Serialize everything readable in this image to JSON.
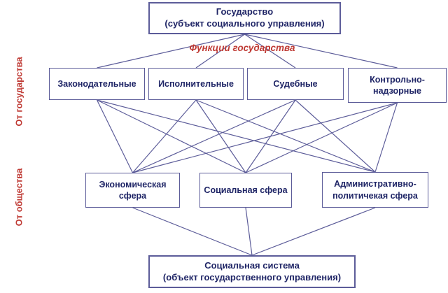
{
  "diagram": {
    "nodes": {
      "state": {
        "lines": [
          "Государство",
          "(субъект социального управления)"
        ]
      },
      "legislative": {
        "lines": [
          "Законодательные"
        ]
      },
      "executive": {
        "lines": [
          "Исполнительные"
        ]
      },
      "judicial": {
        "lines": [
          "Судебные"
        ]
      },
      "control": {
        "lines": [
          "Контрольно-надзорные"
        ]
      },
      "econ": {
        "lines": [
          "Экономическая сфера"
        ]
      },
      "social": {
        "lines": [
          "Социальная сфера"
        ]
      },
      "admin": {
        "lines": [
          "Административно-политичекая сфера"
        ]
      },
      "system": {
        "lines": [
          "Социальная система",
          "(объект государственного управления)"
        ]
      }
    },
    "edges": [
      [
        "state",
        "legislative"
      ],
      [
        "state",
        "executive"
      ],
      [
        "state",
        "judicial"
      ],
      [
        "state",
        "control"
      ],
      [
        "legislative",
        "econ"
      ],
      [
        "legislative",
        "social"
      ],
      [
        "legislative",
        "admin"
      ],
      [
        "executive",
        "econ"
      ],
      [
        "executive",
        "social"
      ],
      [
        "executive",
        "admin"
      ],
      [
        "judicial",
        "econ"
      ],
      [
        "judicial",
        "social"
      ],
      [
        "judicial",
        "admin"
      ],
      [
        "control",
        "econ"
      ],
      [
        "control",
        "social"
      ],
      [
        "control",
        "admin"
      ],
      [
        "econ",
        "system"
      ],
      [
        "social",
        "system"
      ],
      [
        "admin",
        "system"
      ]
    ],
    "functions_label": "Функции государства",
    "side_labels": {
      "from_state": "От государства",
      "from_society": "От общества"
    },
    "colors": {
      "line": "#5c5c99",
      "box_text": "#1f2566",
      "accent_red": "#bf3a34",
      "background": "#ffffff"
    }
  }
}
